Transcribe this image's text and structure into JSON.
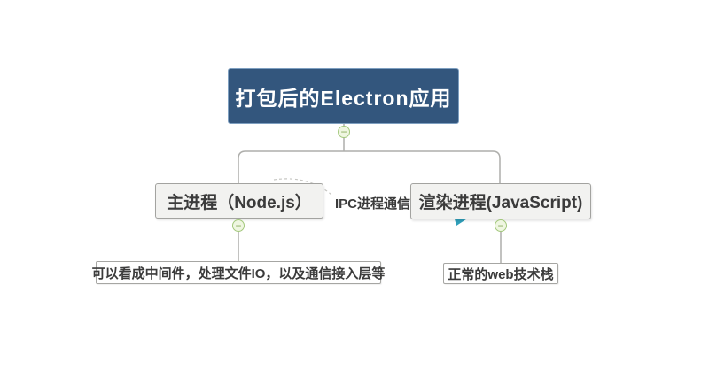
{
  "diagram": {
    "root": {
      "label": "打包后的Electron应用"
    },
    "nodes": {
      "main": {
        "label": "主进程（Node.js）"
      },
      "renderer": {
        "label": "渲染进程(JavaScript)"
      }
    },
    "leaves": {
      "main": {
        "label": "可以看成中间件，处理文件IO，以及通信接入层等"
      },
      "renderer": {
        "label": "正常的web技术栈"
      }
    },
    "edge": {
      "label": "IPC进程通信"
    },
    "toggle": {
      "glyph": "−"
    },
    "colors": {
      "root_bg": "#33567d",
      "root_border": "#7e9fc0",
      "root_text": "#ffffff",
      "branch_bg": "#f2f2f0",
      "branch_border": "#a3a3a0",
      "leaf_bg": "#ffffff",
      "leaf_border": "#a6a6a3",
      "node_text": "#3b3b3b",
      "toggle_bg": "#eff6e1",
      "toggle_border": "#a3c87c",
      "toggle_glyph": "#86ab5a",
      "connector": "#aeaeab",
      "dashed_line": "#c6c6c2",
      "arrow": "#2f9fba"
    }
  }
}
